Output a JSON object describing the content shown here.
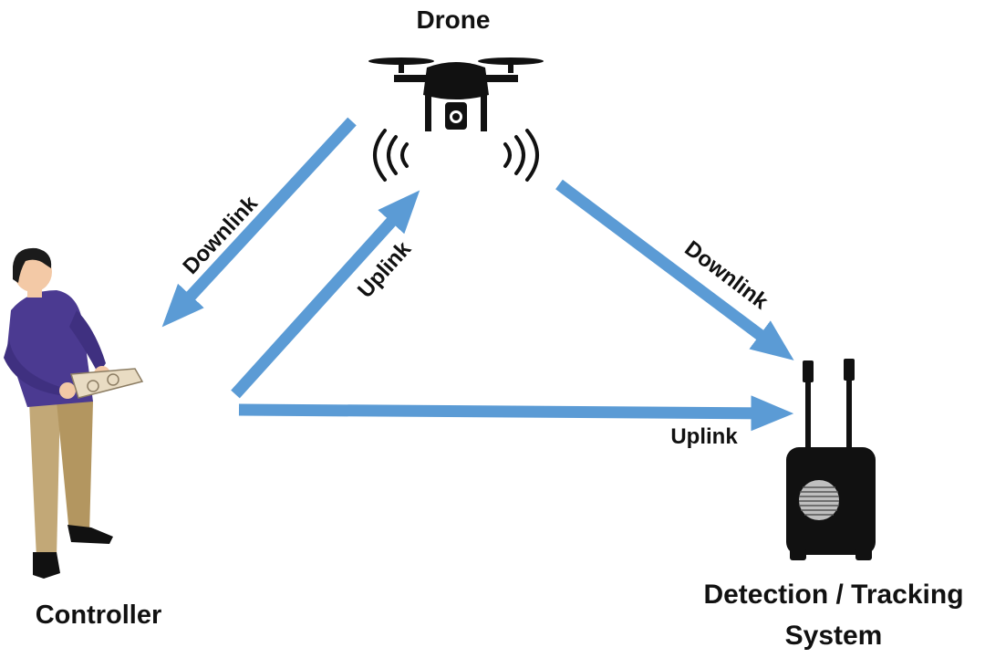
{
  "labels": {
    "drone": "Drone",
    "controller": "Controller",
    "detection_line1": "Detection / Tracking",
    "detection_line2": "System",
    "downlink_left": "Downlink",
    "uplink_middle": "Uplink",
    "downlink_right": "Downlink",
    "uplink_bottom": "Uplink"
  },
  "colors": {
    "arrow": "#5b9bd5",
    "device": "#111111",
    "shirt": "#4b3a91",
    "pants": "#c2a877",
    "skin": "#f3c9a6",
    "hair": "#1b1b1b",
    "tablet": "#e9dcc3"
  },
  "icons": [
    "drone-icon",
    "signal-waves-icon",
    "person-controller-icon",
    "jammer-device-icon"
  ]
}
